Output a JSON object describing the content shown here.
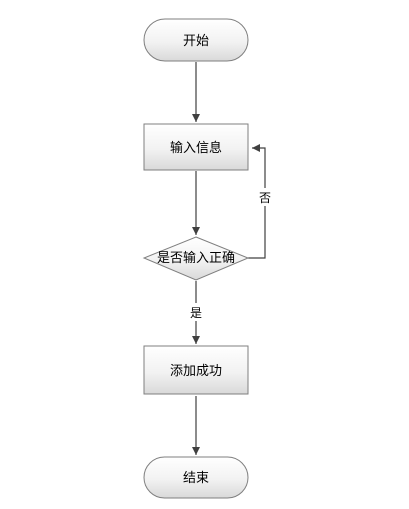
{
  "diagram": {
    "type": "flowchart",
    "nodes": {
      "start": {
        "label": "开始",
        "shape": "terminator"
      },
      "input_info": {
        "label": "输入信息",
        "shape": "process"
      },
      "check_input": {
        "label": "是否输入正确",
        "shape": "decision"
      },
      "add_success": {
        "label": "添加成功",
        "shape": "process"
      },
      "end": {
        "label": "结束",
        "shape": "terminator"
      }
    },
    "edges": {
      "start_to_input": {
        "from": "开始",
        "to": "输入信息",
        "label": ""
      },
      "input_to_check": {
        "from": "输入信息",
        "to": "是否输入正确",
        "label": ""
      },
      "check_yes": {
        "from": "是否输入正确",
        "to": "添加成功",
        "label": "是"
      },
      "check_no": {
        "from": "是否输入正确",
        "to": "输入信息",
        "label": "否"
      },
      "success_to_end": {
        "from": "添加成功",
        "to": "结束",
        "label": ""
      }
    },
    "colors": {
      "fill_light": "#ffffff",
      "fill_dark": "#d9d9d9",
      "stroke": "#7f7f7f",
      "line": "#404040"
    }
  }
}
